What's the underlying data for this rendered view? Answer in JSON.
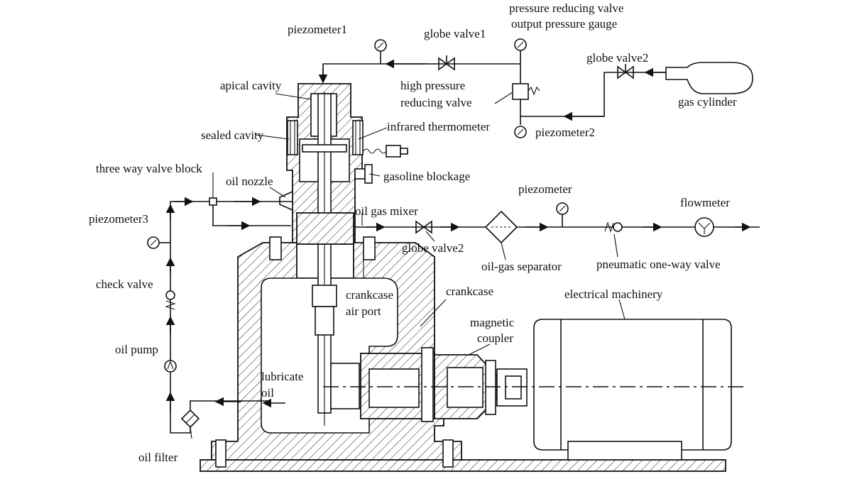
{
  "labels": {
    "piezometer1": "piezometer1",
    "globe_valve1": "globe valve1",
    "prv_gauge_line1": "pressure reducing valve",
    "prv_gauge_line2": "output pressure gauge",
    "globe_valve2_top": "globe valve2",
    "gas_cylinder": "gas cylinder",
    "apical_cavity": "apical cavity",
    "hprv_line1": "high pressure",
    "hprv_line2": "reducing valve",
    "sealed_cavity": "sealed cavity",
    "infrared_thermometer": "infrared thermometer",
    "piezometer2": "piezometer2",
    "three_way_valve_block": "three way valve block",
    "oil_nozzle": "oil nozzle",
    "gasoline_blockage": "gasoline blockage",
    "piezometer_right": "piezometer",
    "flowmeter": "flowmeter",
    "piezometer3": "piezometer3",
    "oil_gas_mixer": "oil gas mixer",
    "globe_valve2_mid": "globe valve2",
    "oil_gas_separator": "oil-gas separator",
    "pneumatic_one_way_valve": "pneumatic one-way valve",
    "check_valve": "check valve",
    "crankcase_air_port_line1": "crankcase",
    "crankcase_air_port_line2": "air port",
    "crankcase": "crankcase",
    "electrical_machinery": "electrical machinery",
    "magnetic_coupler_line1": "magnetic",
    "magnetic_coupler_line2": "coupler",
    "oil_pump": "oil pump",
    "lubricate_oil_line1": "lubricate",
    "lubricate_oil_line2": "oil",
    "oil_filter": "oil filter"
  }
}
